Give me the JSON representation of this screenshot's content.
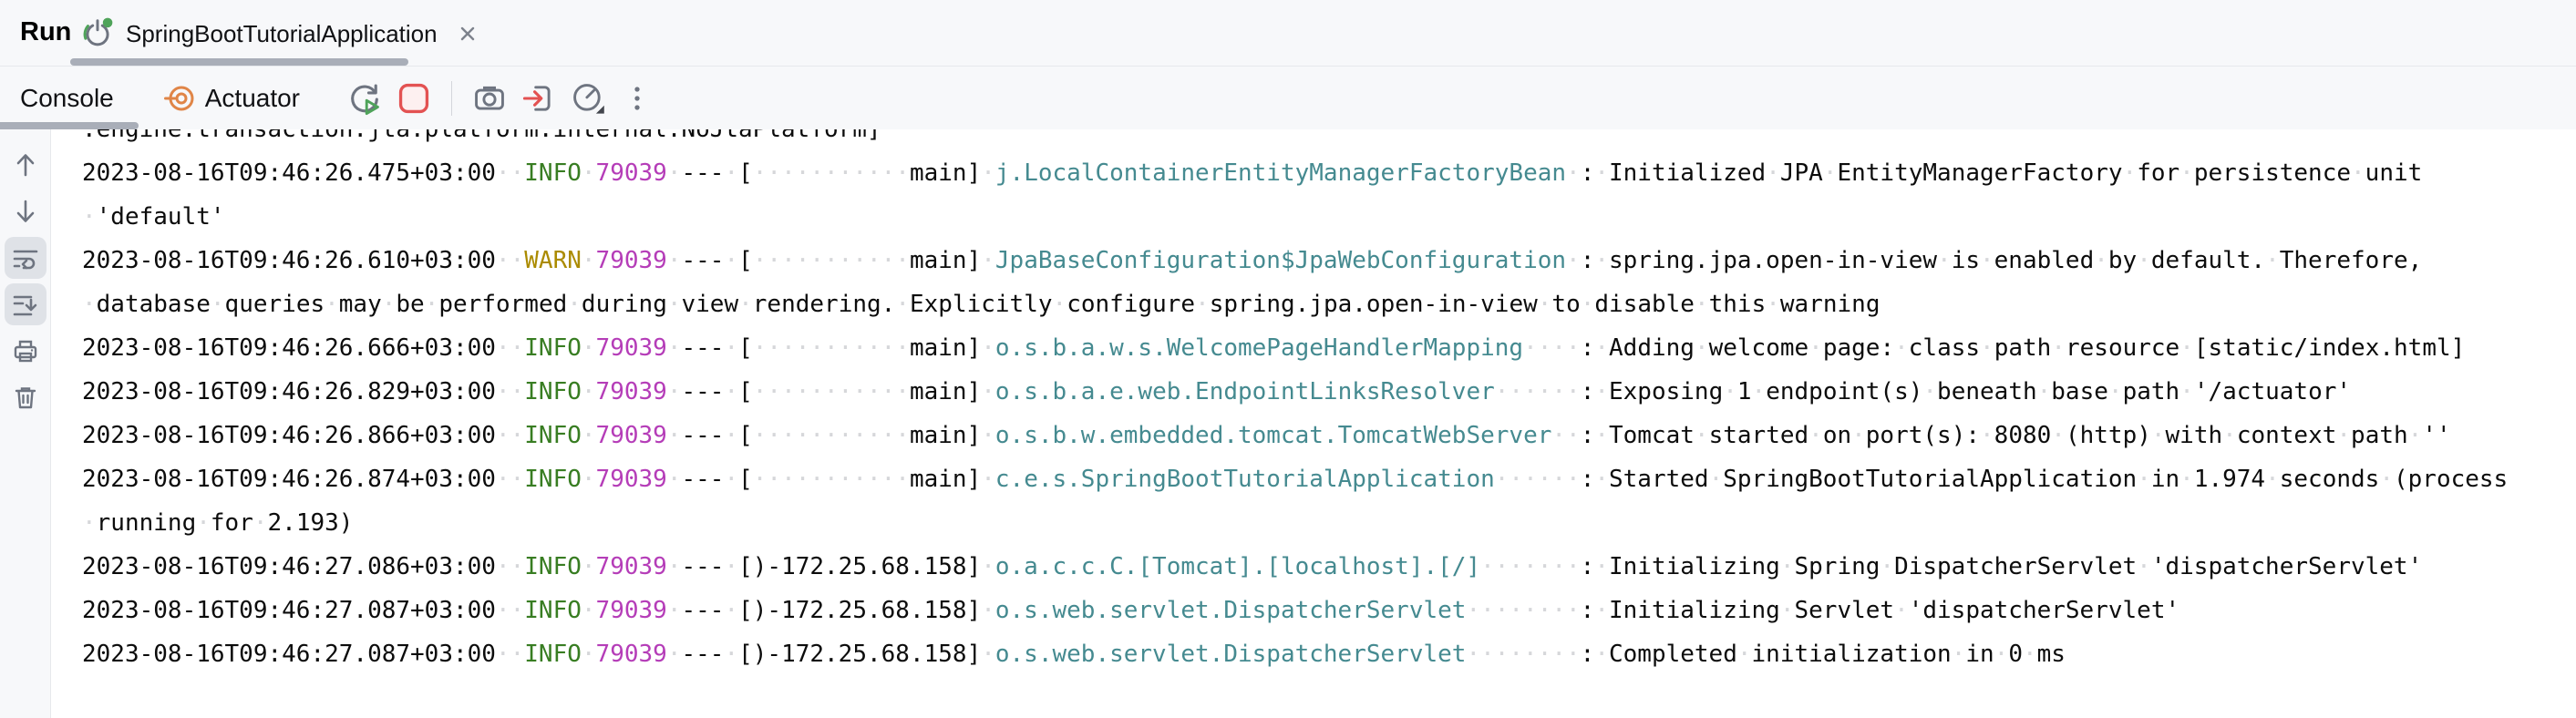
{
  "window": {
    "tool_title": "Run"
  },
  "run_tab": {
    "label": "SpringBootTutorialApplication",
    "close_glyph": "×"
  },
  "toolbar": {
    "console_tab": "Console",
    "actuator_tab": "Actuator"
  },
  "icons": {
    "run_config": "spring-boot-run-icon",
    "tab_close": "close-icon",
    "actuator": "spring-actuator-icon",
    "toolbar_actions": [
      "rerun-icon",
      "stop-icon",
      "thread-dump-camera-icon",
      "exit-icon",
      "profiler-gauge-icon",
      "more-kebab-icon"
    ],
    "gutter_actions": [
      "scroll-up-icon",
      "scroll-down-icon",
      "soft-wrap-icon",
      "scroll-to-end-icon",
      "print-icon",
      "clear-console-icon"
    ]
  },
  "colors": {
    "info": "#387d22",
    "warn": "#ab8b00",
    "pid": "#b53db8",
    "logger": "#458a90",
    "ws": "#d6d7da",
    "indicator": "#a9aeb8",
    "stop-red": "#e35252",
    "play-green": "#4fa35a",
    "actuator-orange": "#e08547"
  },
  "console": {
    "rows": [
      [
        [
          "t",
          ".engine.transaction.jta.platform.internal.NoJtaPlatform]"
        ]
      ],
      [
        [
          "t",
          "2023-08-16T09:46:26.475+03:00  "
        ],
        [
          "i",
          "INFO"
        ],
        [
          "t",
          " "
        ],
        [
          "p",
          "79039"
        ],
        [
          "t",
          " --- [           main] "
        ],
        [
          "l",
          "j.LocalContainerEntityManagerFactoryBean"
        ],
        [
          "t",
          " : Initialized JPA EntityManagerFactory for persistence unit"
        ]
      ],
      [
        [
          "t",
          " 'default'"
        ]
      ],
      [
        [
          "t",
          "2023-08-16T09:46:26.610+03:00  "
        ],
        [
          "w",
          "WARN"
        ],
        [
          "t",
          " "
        ],
        [
          "p",
          "79039"
        ],
        [
          "t",
          " --- [           main] "
        ],
        [
          "l",
          "JpaBaseConfiguration$JpaWebConfiguration"
        ],
        [
          "t",
          " : spring.jpa.open-in-view is enabled by default. Therefore,"
        ]
      ],
      [
        [
          "t",
          " database queries may be performed during view rendering. Explicitly configure spring.jpa.open-in-view to disable this warning"
        ]
      ],
      [
        [
          "t",
          "2023-08-16T09:46:26.666+03:00  "
        ],
        [
          "i",
          "INFO"
        ],
        [
          "t",
          " "
        ],
        [
          "p",
          "79039"
        ],
        [
          "t",
          " --- [           main] "
        ],
        [
          "l",
          "o.s.b.a.w.s.WelcomePageHandlerMapping"
        ],
        [
          "t",
          "    : Adding welcome page: class path resource [static/index.html]"
        ]
      ],
      [
        [
          "t",
          "2023-08-16T09:46:26.829+03:00  "
        ],
        [
          "i",
          "INFO"
        ],
        [
          "t",
          " "
        ],
        [
          "p",
          "79039"
        ],
        [
          "t",
          " --- [           main] "
        ],
        [
          "l",
          "o.s.b.a.e.web.EndpointLinksResolver"
        ],
        [
          "t",
          "      : Exposing 1 endpoint(s) beneath base path '/actuator'"
        ]
      ],
      [
        [
          "t",
          "2023-08-16T09:46:26.866+03:00  "
        ],
        [
          "i",
          "INFO"
        ],
        [
          "t",
          " "
        ],
        [
          "p",
          "79039"
        ],
        [
          "t",
          " --- [           main] "
        ],
        [
          "l",
          "o.s.b.w.embedded.tomcat.TomcatWebServer"
        ],
        [
          "t",
          "  : Tomcat started on port(s): 8080 (http) with context path ''"
        ]
      ],
      [
        [
          "t",
          "2023-08-16T09:46:26.874+03:00  "
        ],
        [
          "i",
          "INFO"
        ],
        [
          "t",
          " "
        ],
        [
          "p",
          "79039"
        ],
        [
          "t",
          " --- [           main] "
        ],
        [
          "l",
          "c.e.s.SpringBootTutorialApplication"
        ],
        [
          "t",
          "      : Started SpringBootTutorialApplication in 1.974 seconds (process"
        ]
      ],
      [
        [
          "t",
          " running for 2.193)"
        ]
      ],
      [
        [
          "t",
          "2023-08-16T09:46:27.086+03:00  "
        ],
        [
          "i",
          "INFO"
        ],
        [
          "t",
          " "
        ],
        [
          "p",
          "79039"
        ],
        [
          "t",
          " --- [)-172.25.68.158] "
        ],
        [
          "l",
          "o.a.c.c.C.[Tomcat].[localhost].[/]"
        ],
        [
          "t",
          "       : Initializing Spring DispatcherServlet 'dispatcherServlet'"
        ]
      ],
      [
        [
          "t",
          "2023-08-16T09:46:27.087+03:00  "
        ],
        [
          "i",
          "INFO"
        ],
        [
          "t",
          " "
        ],
        [
          "p",
          "79039"
        ],
        [
          "t",
          " --- [)-172.25.68.158] "
        ],
        [
          "l",
          "o.s.web.servlet.DispatcherServlet"
        ],
        [
          "t",
          "        : Initializing Servlet 'dispatcherServlet'"
        ]
      ],
      [
        [
          "t",
          "2023-08-16T09:46:27.087+03:00  "
        ],
        [
          "i",
          "INFO"
        ],
        [
          "t",
          " "
        ],
        [
          "p",
          "79039"
        ],
        [
          "t",
          " --- [)-172.25.68.158] "
        ],
        [
          "l",
          "o.s.web.servlet.DispatcherServlet"
        ],
        [
          "t",
          "        : Completed initialization in 0 ms"
        ]
      ]
    ]
  }
}
